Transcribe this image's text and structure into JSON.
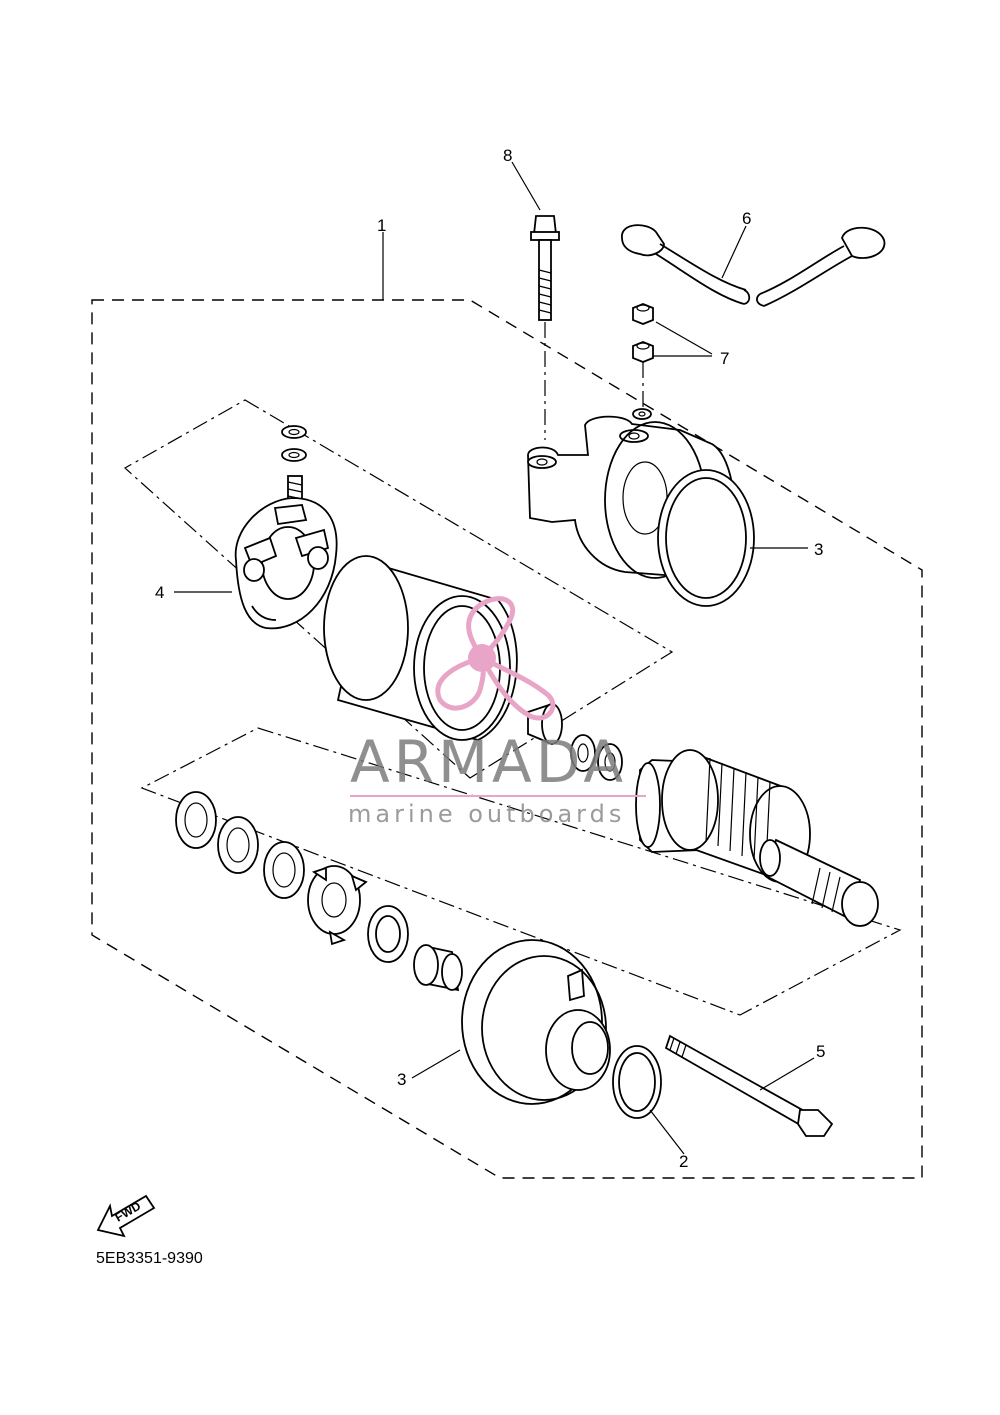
{
  "callouts": {
    "c1": "1",
    "c2": "2",
    "c3a": "3",
    "c3b": "3",
    "c4": "4",
    "c5": "5",
    "c6": "6",
    "c7": "7",
    "c8": "8"
  },
  "fwd_label": "FWD",
  "diagram_code": "5EB3351-9390",
  "watermark": {
    "brand": "ARMADA",
    "tagline": "marine outboards",
    "logo_color": "#e8a5c8",
    "text_color": "#7c7c7c"
  }
}
